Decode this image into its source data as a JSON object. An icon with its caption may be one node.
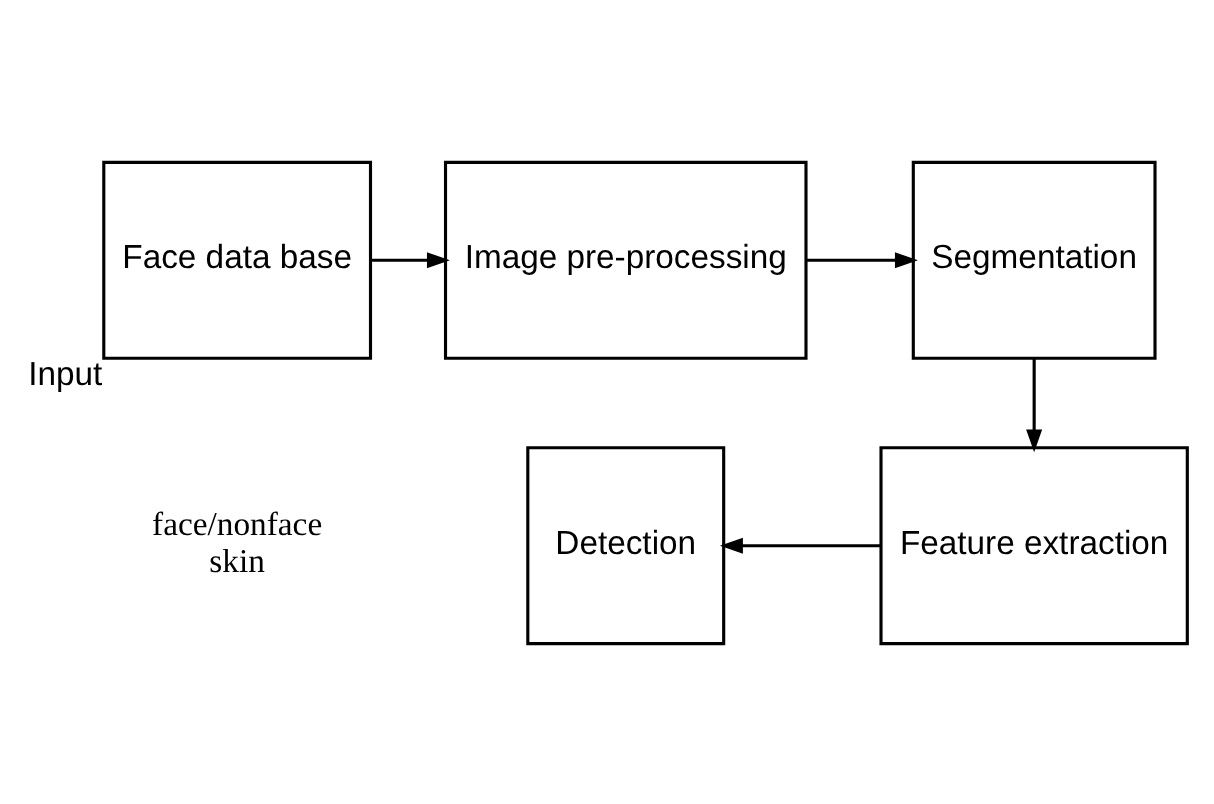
{
  "diagram": {
    "nodes": [
      {
        "text": [
          "Face data base"
        ],
        "beside": [
          "Input"
        ]
      },
      {
        "text": [
          "Image pre-processing"
        ]
      },
      {
        "text": [
          "Segmentation"
        ]
      },
      {
        "text": [
          "Feature extraction"
        ]
      },
      {
        "text": [
          "Detection"
        ]
      }
    ],
    "edges": [
      {
        "from": 0,
        "to": 1,
        "arrow": "to"
      },
      {
        "from": 1,
        "to": 2,
        "arrow": "to"
      },
      {
        "from": 2,
        "to": 3,
        "arrow": "to"
      },
      {
        "from": 3,
        "to": 4,
        "arrow": "to"
      }
    ],
    "labels": [
      "face/nonface",
      "skin"
    ]
  }
}
